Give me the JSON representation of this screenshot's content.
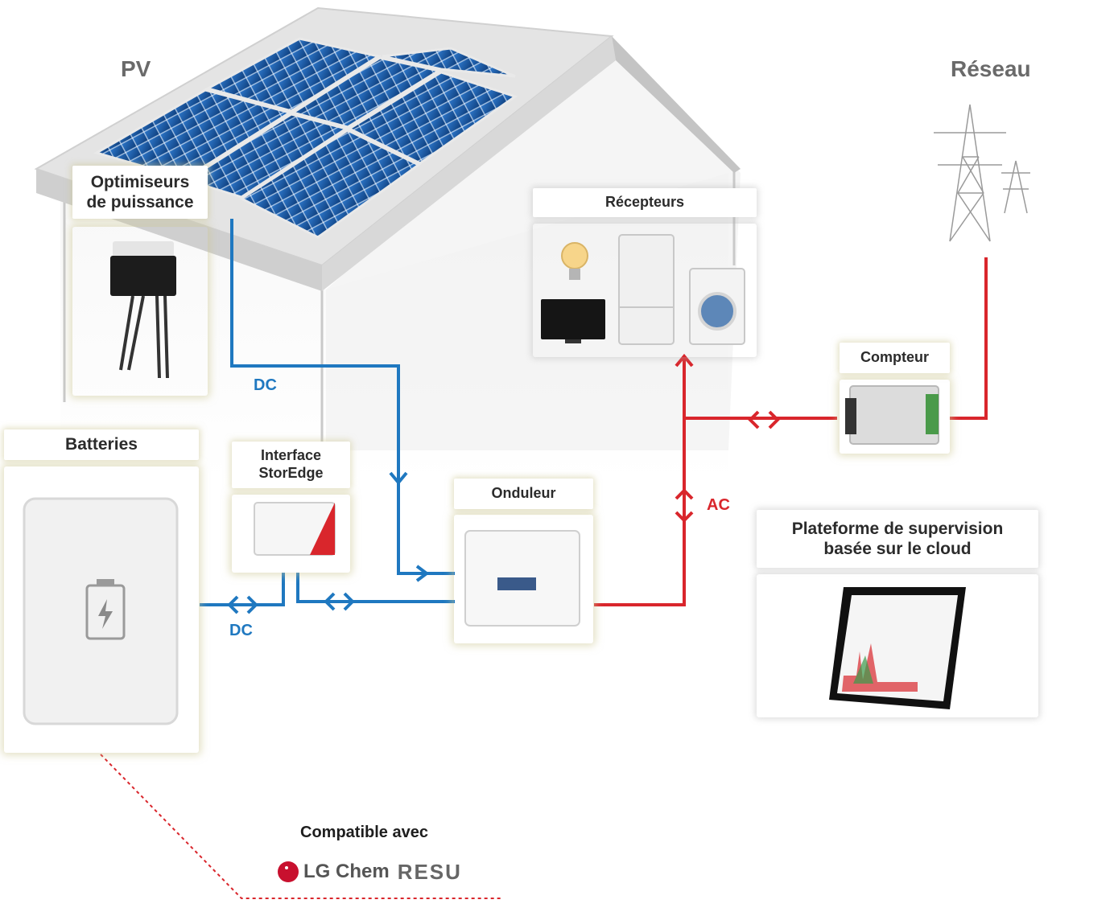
{
  "titles": {
    "pv": "PV",
    "grid": "Réseau"
  },
  "components": {
    "optimizers": {
      "line1": "Optimiseurs",
      "line2": "de puissance"
    },
    "loads": "Récepteurs",
    "meter": "Compteur",
    "batteries": "Batteries",
    "storedge": {
      "line1": "Interface",
      "line2": "StorEdge"
    },
    "inverter": "Onduleur",
    "monitoring": {
      "line1": "Plateforme de supervision",
      "line2": "basée sur le cloud"
    }
  },
  "flows": {
    "dc_pv": "DC",
    "dc_battery": "DC",
    "ac": "AC"
  },
  "compatibility": {
    "label": "Compatible avec",
    "brand": "LG Chem",
    "product": "RESU"
  },
  "colors": {
    "dc": "#1f78c0",
    "ac": "#d9262c",
    "panel": "#1d5ea8",
    "roof": "#ececec"
  }
}
